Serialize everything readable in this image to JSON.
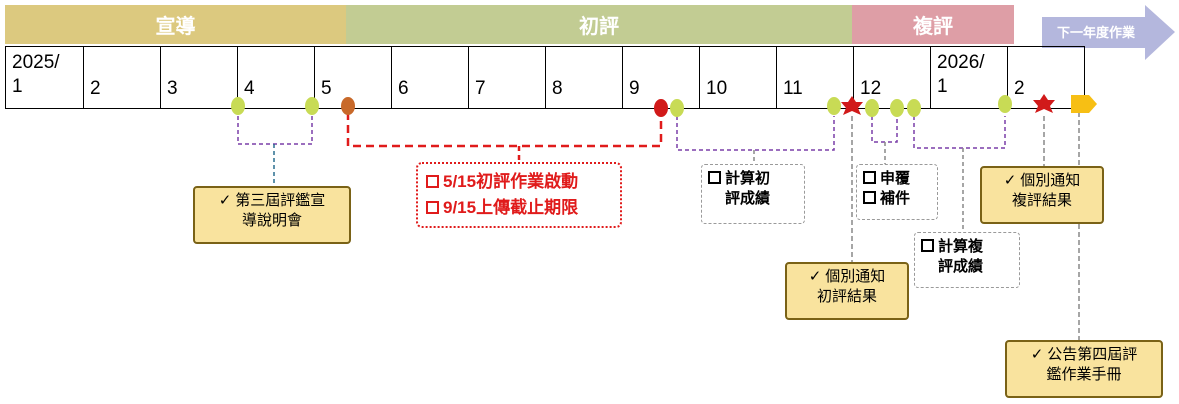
{
  "phases": {
    "promotion": "宣導",
    "first_review": "初評",
    "second_review": "複評",
    "next_year": "下一年度作業"
  },
  "months": [
    {
      "label": "2025/\n1"
    },
    {
      "label": "2"
    },
    {
      "label": "3"
    },
    {
      "label": "4"
    },
    {
      "label": "5"
    },
    {
      "label": "6"
    },
    {
      "label": "7"
    },
    {
      "label": "8"
    },
    {
      "label": "9"
    },
    {
      "label": "10"
    },
    {
      "label": "11"
    },
    {
      "label": "12"
    },
    {
      "label": "2026/\n1"
    },
    {
      "label": "2"
    }
  ],
  "notes": {
    "briefing": {
      "check": "✓",
      "line1": "第三屆評鑑宣",
      "line2": "導說明會"
    },
    "deadlines": {
      "line1": "5/15初評作業啟動",
      "line2": "9/15上傳截止期限"
    },
    "calc_first": {
      "line1": "計算初",
      "line2": "評成績"
    },
    "first_result": {
      "check": "✓",
      "line1": "個別通知",
      "line2": "初評結果"
    },
    "appeal": {
      "line1": "申覆",
      "line2": "補件"
    },
    "calc_second": {
      "line1": "計算複",
      "line2": "評成績"
    },
    "second_result": {
      "check": "✓",
      "line1": "個別通知",
      "line2": "複評結果"
    },
    "announce": {
      "check": "✓",
      "line1": "公告第四屆評",
      "line2": "鑑作業手冊"
    }
  },
  "colors": {
    "promotion": "#dcc97f",
    "first_review": "#c2cc93",
    "second_review": "#de9ea6",
    "next_year": "#b4b7dd",
    "milestone_green": "#c8db55",
    "milestone_orange": "#c8692a",
    "milestone_red": "#d11a1a",
    "milestone_gold": "#f7bf14",
    "dashed_purple": "#7a3fa8",
    "dashed_teal": "#2a6f8f",
    "dashed_red": "#e01b1b",
    "dashed_gray": "#888888"
  }
}
